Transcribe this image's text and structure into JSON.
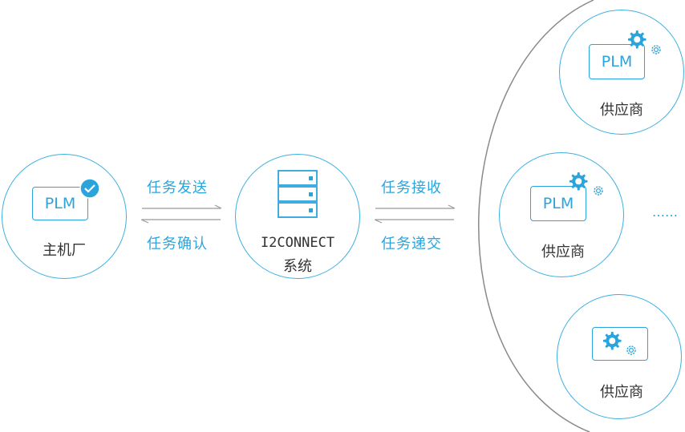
{
  "oem": {
    "plm": "PLM",
    "label": "主机厂"
  },
  "flow_left": {
    "send": "任务发送",
    "confirm": "任务确认"
  },
  "system": {
    "name": "I2CONNECT",
    "suffix": "系统"
  },
  "flow_right": {
    "receive": "任务接收",
    "deliver": "任务递交"
  },
  "suppliers": [
    {
      "plm": "PLM",
      "label": "供应商"
    },
    {
      "plm": "PLM",
      "label": "供应商"
    },
    {
      "plm": "",
      "label": "供应商"
    }
  ],
  "ellipsis": "……",
  "colors": {
    "accent": "#2ba4dc",
    "circle": "#3bb0e0",
    "arrow": "#999999"
  }
}
